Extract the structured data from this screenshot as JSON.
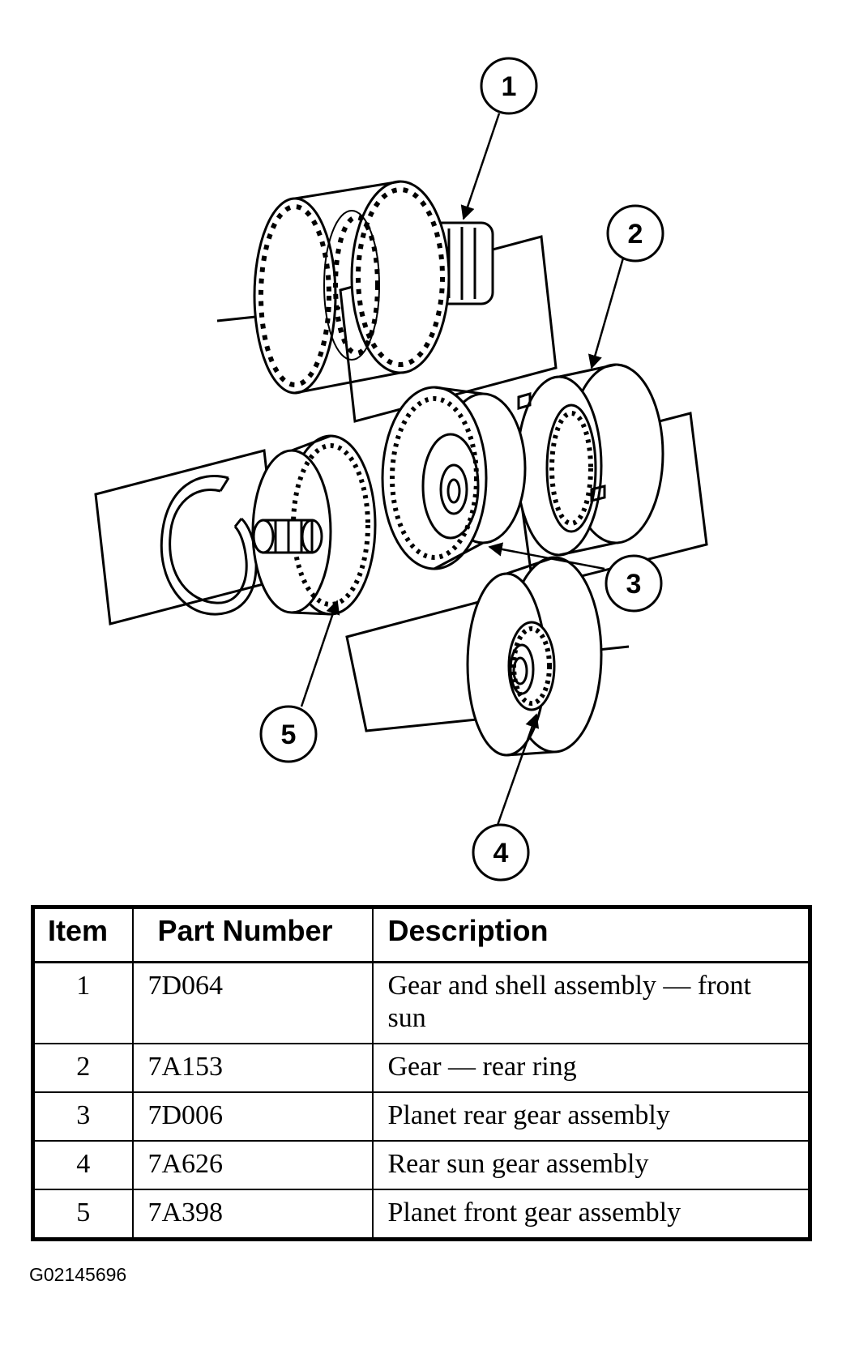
{
  "callouts": [
    "1",
    "2",
    "3",
    "4",
    "5"
  ],
  "table": {
    "headers": {
      "item": "Item",
      "part_number": "Part Number",
      "description": "Description"
    },
    "rows": [
      {
        "item": "1",
        "part_number": "7D064",
        "description": "Gear and shell assembly — front sun"
      },
      {
        "item": "2",
        "part_number": "7A153",
        "description": "Gear — rear ring"
      },
      {
        "item": "3",
        "part_number": "7D006",
        "description": "Planet rear gear assembly"
      },
      {
        "item": "4",
        "part_number": "7A626",
        "description": "Rear sun gear assembly"
      },
      {
        "item": "5",
        "part_number": "7A398",
        "description": "Planet front gear assembly"
      }
    ]
  },
  "figure_id": "G02145696"
}
